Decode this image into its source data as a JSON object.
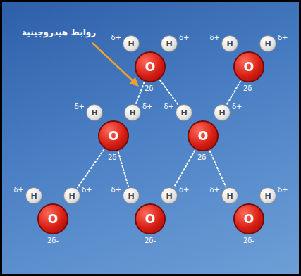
{
  "diagram": {
    "nodes": [
      {
        "text": [
          "H"
        ]
      },
      {
        "text": [
          "H"
        ]
      },
      {
        "text": [
          "O"
        ]
      },
      {
        "text": [
          "H"
        ]
      },
      {
        "text": [
          "H"
        ]
      },
      {
        "text": [
          "O"
        ]
      },
      {
        "text": [
          "H"
        ]
      },
      {
        "text": [
          "H"
        ]
      },
      {
        "text": [
          "O"
        ]
      },
      {
        "text": [
          "H"
        ]
      },
      {
        "text": [
          "H"
        ]
      },
      {
        "text": [
          "O"
        ]
      },
      {
        "text": [
          "H"
        ]
      },
      {
        "text": [
          "H"
        ]
      },
      {
        "text": [
          "O"
        ]
      },
      {
        "text": [
          "H"
        ]
      },
      {
        "text": [
          "H"
        ]
      },
      {
        "text": [
          "O"
        ]
      },
      {
        "text": [
          "H"
        ]
      },
      {
        "text": [
          "H"
        ]
      },
      {
        "text": [
          "O"
        ]
      }
    ],
    "edges": [
      {
        "from": 2,
        "to": 7,
        "arrow": "none"
      },
      {
        "from": 2,
        "to": 9,
        "arrow": "none"
      },
      {
        "from": 5,
        "to": 10,
        "arrow": "none"
      },
      {
        "from": 8,
        "to": 13,
        "arrow": "none"
      },
      {
        "from": 8,
        "to": 15,
        "arrow": "none"
      },
      {
        "from": 11,
        "to": 16,
        "arrow": "none"
      },
      {
        "from": 11,
        "to": 18,
        "arrow": "none"
      }
    ],
    "labels": [
      "روابط هيدروجينية",
      "δ+",
      "δ+",
      "2δ-",
      "δ+",
      "δ+",
      "2δ-",
      "δ+",
      "δ+",
      "2δ-",
      "δ+",
      "δ+",
      "2δ-",
      "δ+",
      "δ+",
      "2δ-",
      "δ+",
      "δ+",
      "2δ-",
      "δ+",
      "δ+",
      "2δ-"
    ]
  }
}
